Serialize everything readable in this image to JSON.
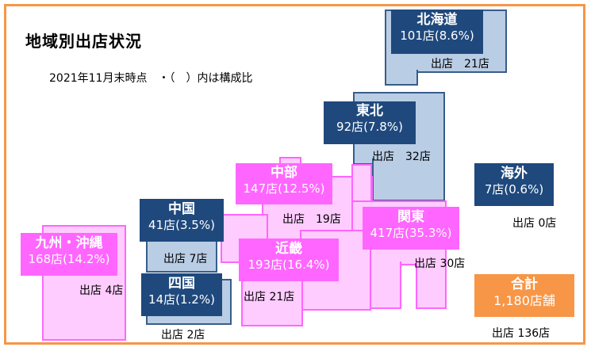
{
  "title": "地域別出店状況",
  "subtitle": "2021年11月末時点　・（　）内は構成比",
  "colors": {
    "frame": "#F79646",
    "east_region_fill": "#B9CDE5",
    "east_region_border": "#385D8A",
    "west_region_fill": "#FFCCFF",
    "west_region_border": "#FF66FF",
    "navy_label": "#1F497D",
    "magenta_label": "#FF66FF",
    "total_label": "#F79646"
  },
  "regions": {
    "hokkaido": {
      "name": "北海道",
      "stores": "101店(8.6%)",
      "openings": "出店　21店"
    },
    "tohoku": {
      "name": "東北",
      "stores": "92店(7.8%)",
      "openings": "出店　32店"
    },
    "chubu": {
      "name": "中部",
      "stores": "147店(12.5%)",
      "openings": "出店　19店"
    },
    "kanto": {
      "name": "関東",
      "stores": "417店(35.3%)",
      "openings": "出店 30店"
    },
    "overseas": {
      "name": "海外",
      "stores": "7店(0.6%)",
      "openings": "出店 0店"
    },
    "chugoku": {
      "name": "中国",
      "stores": "41店(3.5%)",
      "openings": "出店 7店"
    },
    "kinki": {
      "name": "近畿",
      "stores": "193店(16.4%)",
      "openings": "出店 21店"
    },
    "kyushu": {
      "name": "九州・沖縄",
      "stores": "168店(14.2%)",
      "openings": "出店 4店"
    },
    "shikoku": {
      "name": "四国",
      "stores": "14店(1.2%)",
      "openings": "出店 2店"
    }
  },
  "total": {
    "name": "合計",
    "stores": "1,180店舗",
    "openings": "出店 136店"
  }
}
